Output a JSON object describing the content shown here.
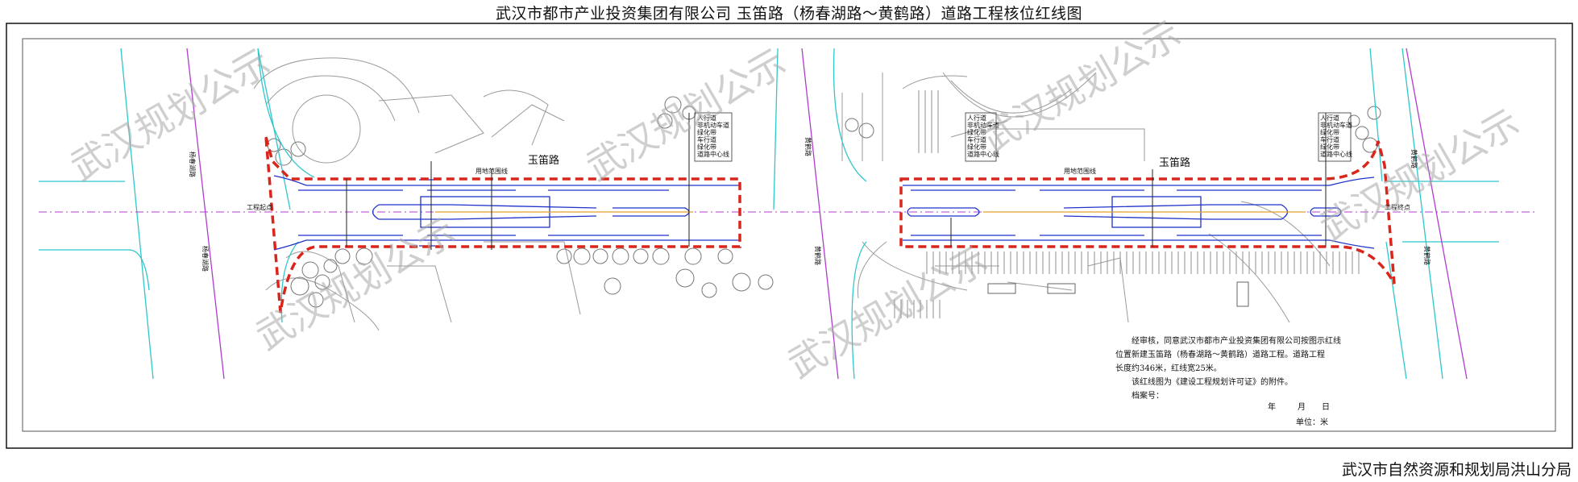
{
  "header": {
    "title": "武汉市都市产业投资集团有限公司 玉笛路（杨春湖路～黄鹤路）道路工程核位红线图"
  },
  "footer": {
    "agency": "武汉市自然资源和规划局洪山分局"
  },
  "watermark": {
    "text": "武汉规划公示"
  },
  "map_labels": {
    "road_name_left": "玉笛路",
    "road_name_right": "玉笛路",
    "cross_road_left": "杨春湖路",
    "cross_road_right": "黄鹤路",
    "start_point": "工程起点",
    "end_point": "工程终点",
    "land_boundary_left": "用地范围线",
    "land_boundary_right": "用地范围线"
  },
  "cross_section_legend": {
    "items": [
      "人行道",
      "非机动车道",
      "绿化带",
      "车行道",
      "绿化带",
      "道路中心线"
    ]
  },
  "approval": {
    "lines": [
      "经审核，同意武汉市都市产业投资集团有限公司按图示红线",
      "位置新建玉笛路（杨春湖路～黄鹤路）道路工程。道路工程",
      "长度约346米，红线宽25米。",
      "该红线图为《建设工程规划许可证》的附件。",
      "档案号："
    ],
    "date_labels": [
      "年",
      "月",
      "日"
    ],
    "unit": "单位：米"
  },
  "colors": {
    "red_line": "#d9261c",
    "road_blue": "#1f33c9",
    "cyan": "#2fc6cc",
    "magenta": "#b03ccf",
    "center_orange": "#e4a12a"
  }
}
